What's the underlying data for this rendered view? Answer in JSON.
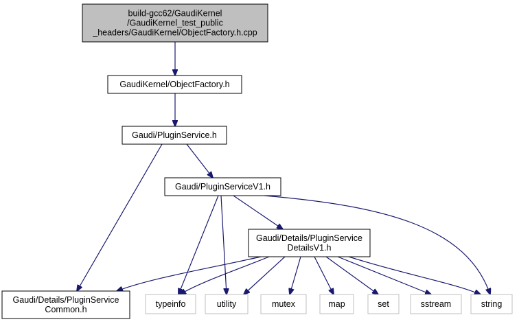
{
  "colors": {
    "edge": "#191970",
    "root_fill": "#bfbfbf",
    "root_stroke": "#000000",
    "node_fill": "#ffffff",
    "node_stroke": "#000000",
    "leaf_stroke": "#bfbfbf",
    "leaf_text": "#000000"
  },
  "nodes": [
    {
      "id": "root",
      "kind": "root",
      "lines": [
        "build-gcc62/GaudiKernel",
        "/GaudiKernel_test_public",
        "_headers/GaudiKernel/ObjectFactory.h.cpp"
      ]
    },
    {
      "id": "objectfactory",
      "kind": "node",
      "lines": [
        "GaudiKernel/ObjectFactory.h"
      ]
    },
    {
      "id": "pluginservice",
      "kind": "node",
      "lines": [
        "Gaudi/PluginService.h"
      ]
    },
    {
      "id": "pluginservicev1",
      "kind": "node",
      "lines": [
        "Gaudi/PluginServiceV1.h"
      ]
    },
    {
      "id": "detailsv1",
      "kind": "node",
      "lines": [
        "Gaudi/Details/PluginService",
        "DetailsV1.h"
      ]
    },
    {
      "id": "common",
      "kind": "node",
      "lines": [
        "Gaudi/Details/PluginService",
        "Common.h"
      ]
    },
    {
      "id": "typeinfo",
      "kind": "leaf",
      "lines": [
        "typeinfo"
      ]
    },
    {
      "id": "utility",
      "kind": "leaf",
      "lines": [
        "utility"
      ]
    },
    {
      "id": "mutex",
      "kind": "leaf",
      "lines": [
        "mutex"
      ]
    },
    {
      "id": "map",
      "kind": "leaf",
      "lines": [
        "map"
      ]
    },
    {
      "id": "set",
      "kind": "leaf",
      "lines": [
        "set"
      ]
    },
    {
      "id": "sstream",
      "kind": "leaf",
      "lines": [
        "sstream"
      ]
    },
    {
      "id": "string",
      "kind": "leaf",
      "lines": [
        "string"
      ]
    }
  ],
  "edges": [
    {
      "from": "root",
      "to": "objectfactory"
    },
    {
      "from": "objectfactory",
      "to": "pluginservice"
    },
    {
      "from": "pluginservice",
      "to": "pluginservicev1"
    },
    {
      "from": "pluginservice",
      "to": "common"
    },
    {
      "from": "pluginservicev1",
      "to": "detailsv1"
    },
    {
      "from": "pluginservicev1",
      "to": "typeinfo"
    },
    {
      "from": "pluginservicev1",
      "to": "utility"
    },
    {
      "from": "pluginservicev1",
      "to": "string"
    },
    {
      "from": "detailsv1",
      "to": "common"
    },
    {
      "from": "detailsv1",
      "to": "typeinfo"
    },
    {
      "from": "detailsv1",
      "to": "utility"
    },
    {
      "from": "detailsv1",
      "to": "mutex"
    },
    {
      "from": "detailsv1",
      "to": "map"
    },
    {
      "from": "detailsv1",
      "to": "set"
    },
    {
      "from": "detailsv1",
      "to": "sstream"
    },
    {
      "from": "detailsv1",
      "to": "string"
    }
  ]
}
